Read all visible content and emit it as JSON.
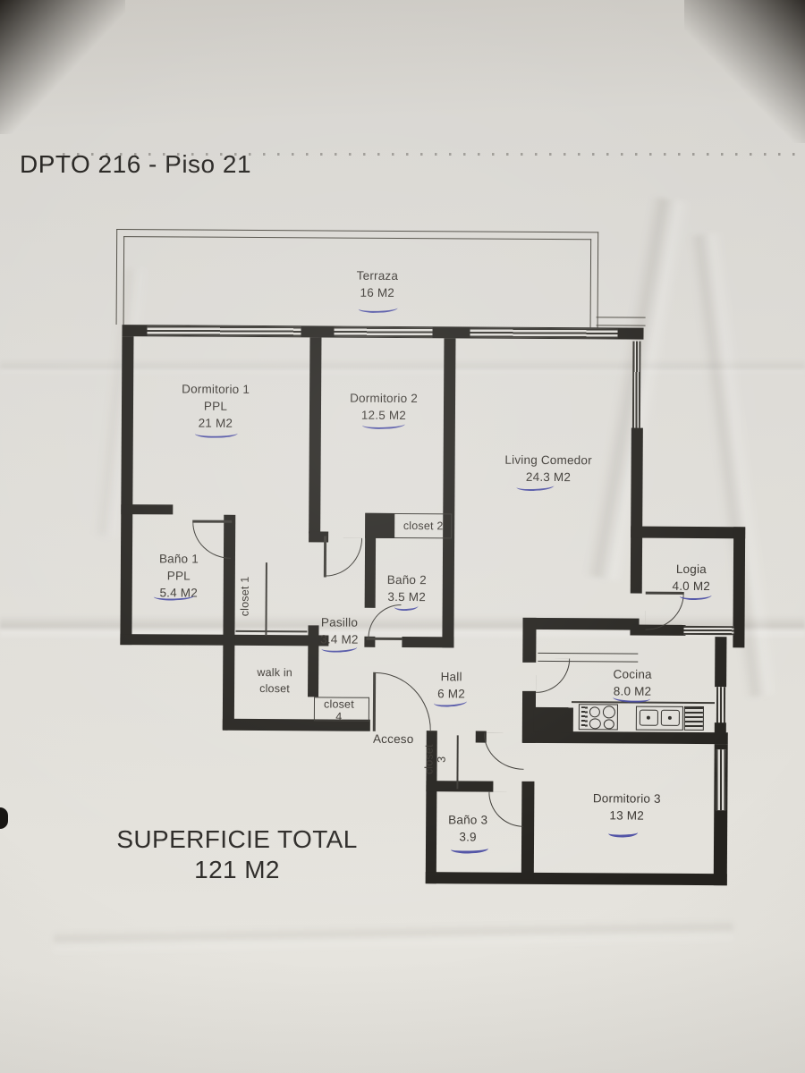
{
  "header": {
    "title": "DPTO 216 - Piso 21"
  },
  "total": {
    "label": "SUPERFICIE TOTAL",
    "value": "121 M2"
  },
  "rooms": {
    "terraza": {
      "name": "Terraza",
      "area": "16 M2"
    },
    "dormitorio1": {
      "name": "Dormitorio 1",
      "tag": "PPL",
      "area": "21 M2"
    },
    "dormitorio2": {
      "name": "Dormitorio 2",
      "area": "12.5 M2"
    },
    "living": {
      "name": "Living Comedor",
      "area": "24.3 M2"
    },
    "bano1": {
      "name": "Baño 1",
      "tag": "PPL",
      "area": "5.4 M2"
    },
    "closet1": {
      "name": "closet 1"
    },
    "closet2": {
      "name": "closet 2"
    },
    "bano2": {
      "name": "Baño 2",
      "area": "3.5 M2"
    },
    "pasillo": {
      "name": "Pasillo",
      "area": "3.4 M2"
    },
    "logia": {
      "name": "Logia",
      "area": "4.0 M2"
    },
    "walkin": {
      "line1": "walk in",
      "line2": "closet"
    },
    "closet4": {
      "line1": "closet",
      "line2": "4"
    },
    "hall": {
      "name": "Hall",
      "area": "6 M2"
    },
    "acceso": {
      "name": "Acceso"
    },
    "cocina": {
      "name": "Cocina",
      "area": "8.0 M2"
    },
    "closet3": {
      "line1": "closet",
      "line2": "3"
    },
    "bano3": {
      "name": "Baño 3",
      "area": "3.9"
    },
    "dormitorio3": {
      "name": "Dormitorio 3",
      "area": "13 M2"
    }
  },
  "colors": {
    "pen": "#3c3f9e",
    "wall": "#24221e",
    "paper": "#dddbd6"
  }
}
